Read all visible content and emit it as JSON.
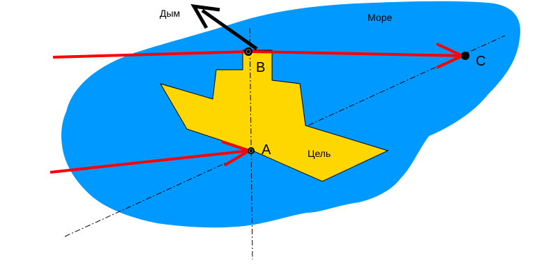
{
  "labels": {
    "sea": "Море",
    "smoke": "Дым",
    "target": "Цель",
    "point_a": "A",
    "point_b": "B",
    "point_c": "C"
  },
  "colors": {
    "sea": "#0099ff",
    "ship": "#ffd700",
    "ray": "#ff0000",
    "smoke_arrow": "#000000",
    "axis_line": "#000000",
    "background": "#ffffff"
  }
}
